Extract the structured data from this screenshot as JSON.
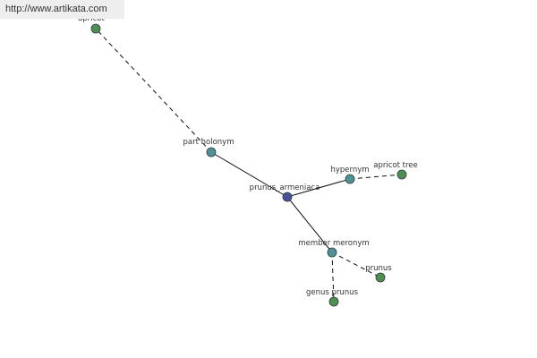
{
  "watermark": {
    "text": "http://www.artikata.com"
  },
  "colors": {
    "center": "#4a4f9a",
    "relation": "#4f9196",
    "leaf": "#4f8f54",
    "node_stroke": "#2e3b3b",
    "edge": "#111111"
  },
  "graph": {
    "nodes": [
      {
        "id": "center",
        "label": "prunus_armeniaca",
        "kind": "center"
      },
      {
        "id": "part_holonym",
        "label": "part holonym",
        "kind": "relation"
      },
      {
        "id": "hypernym",
        "label": "hypernym",
        "kind": "relation"
      },
      {
        "id": "member_meronym",
        "label": "member meronym",
        "kind": "relation"
      },
      {
        "id": "apricot",
        "label": "apricot",
        "kind": "leaf"
      },
      {
        "id": "apricot_tree",
        "label": "apricot tree",
        "kind": "leaf"
      },
      {
        "id": "prunus",
        "label": "prunus",
        "kind": "leaf"
      },
      {
        "id": "genus_prunus",
        "label": "genus prunus",
        "kind": "leaf"
      }
    ],
    "edges": [
      {
        "from": "center",
        "to": "part_holonym",
        "style": "solid"
      },
      {
        "from": "center",
        "to": "hypernym",
        "style": "solid"
      },
      {
        "from": "center",
        "to": "member_meronym",
        "style": "solid"
      },
      {
        "from": "part_holonym",
        "to": "apricot",
        "style": "dashed"
      },
      {
        "from": "hypernym",
        "to": "apricot_tree",
        "style": "dashed"
      },
      {
        "from": "member_meronym",
        "to": "prunus",
        "style": "dashed"
      },
      {
        "from": "member_meronym",
        "to": "genus_prunus",
        "style": "dashed"
      }
    ]
  }
}
